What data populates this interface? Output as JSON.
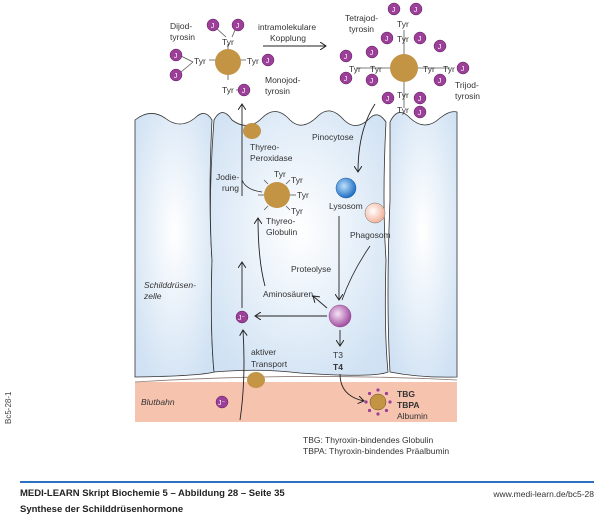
{
  "colors": {
    "iodine": "#9b3f98",
    "globule": "#c29444",
    "cell_fill": "#d6e6f5",
    "blood": "#f6c3ae",
    "lysosome": "#2a7fcf",
    "phagosome": "#f8c9b7",
    "vesicle": "#b35bb0",
    "footer_rule": "#2f6fbf"
  },
  "top": {
    "dijod": [
      "Dijod-",
      "tyrosin"
    ],
    "monojod": [
      "Monojod-",
      "tyrosin"
    ],
    "kopplung": [
      "intramolekulare",
      "Kopplung"
    ],
    "tetrajod": [
      "Tetrajod-",
      "tyrosin"
    ],
    "trijod": [
      "Trijod-",
      "tyrosin"
    ],
    "tyr": "Tyr",
    "iodine": "J"
  },
  "cell": {
    "thyreo_peroxidase": [
      "Thyreo-",
      "Peroxidase"
    ],
    "pinocytose": "Pinocytose",
    "jodierung": [
      "Jodie-",
      "rung"
    ],
    "thyreoglobulin": [
      "Thyreo-",
      "Globulin"
    ],
    "lysosom": "Lysosom",
    "phagosom": "Phagosom",
    "proteolyse": "Proteolyse",
    "aminosaeuren": "Aminosäuren",
    "schilddruesenzelle": [
      "Schilddrüsen-",
      "zelle"
    ],
    "iodide": "J⁻",
    "aktiver_transport": [
      "aktiver",
      "Transport"
    ],
    "t3": "T3",
    "t4": "T4"
  },
  "blood": {
    "label": "Blutbahn",
    "carriers": [
      "TBG",
      "TBPA",
      "Albumin"
    ]
  },
  "legend": [
    "TBG: Thyroxin-bindendes Globulin",
    "TBPA: Thyroxin-bindendes Präalbumin"
  ],
  "side_code": "Bc5-28-1",
  "footer": {
    "title": "MEDI-LEARN Skript Biochemie 5 – Abbildung 28 – Seite 35",
    "url": "www.medi-learn.de/bc5-28",
    "subtitle": "Synthese der Schilddrüsenhormone"
  }
}
